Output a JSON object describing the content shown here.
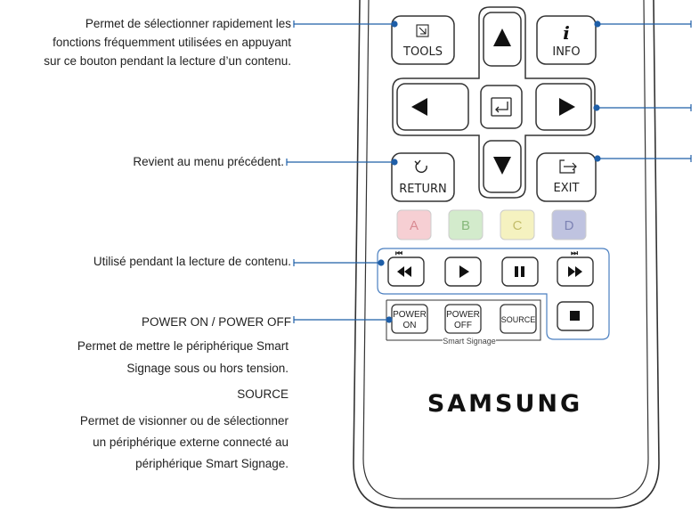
{
  "annotations": {
    "tools": [
      "Permet de sélectionner rapidement les",
      "fonctions fréquemment utilisées en appuyant",
      "sur ce bouton pendant la lecture d’un contenu."
    ],
    "return": "Revient au menu précédent.",
    "playback": "Utilisé pendant la lecture de contenu.",
    "power_title": "POWER ON / POWER OFF",
    "power_desc": [
      "Permet de mettre le périphérique Smart",
      "Signage sous ou hors tension."
    ],
    "source_title": "SOURCE",
    "source_desc": [
      "Permet de visionner ou de sélectionner",
      "un périphérique externe connecté au",
      "périphérique Smart Signage."
    ]
  },
  "remote": {
    "tools_label": "TOOLS",
    "info_label": "INFO",
    "info_glyph": "i",
    "return_label": "RETURN",
    "exit_label": "EXIT",
    "color_buttons": [
      {
        "label": "A",
        "fill": "#f6cfd3",
        "text": "#d98a92"
      },
      {
        "label": "B",
        "fill": "#d3ebcc",
        "text": "#86b87a"
      },
      {
        "label": "C",
        "fill": "#f5f2c0",
        "text": "#c3bd6a"
      },
      {
        "label": "D",
        "fill": "#bfc3e0",
        "text": "#7d83b4"
      }
    ],
    "power_on": [
      "POWER",
      "ON"
    ],
    "power_off": [
      "POWER",
      "OFF"
    ],
    "source_label": "SOURCE",
    "group_label": "Smart Signage",
    "brand": "SAMSUNG"
  },
  "colors": {
    "leader": "#1f5fa8",
    "outline": "#333333",
    "group_border": "#4a7fc0"
  }
}
